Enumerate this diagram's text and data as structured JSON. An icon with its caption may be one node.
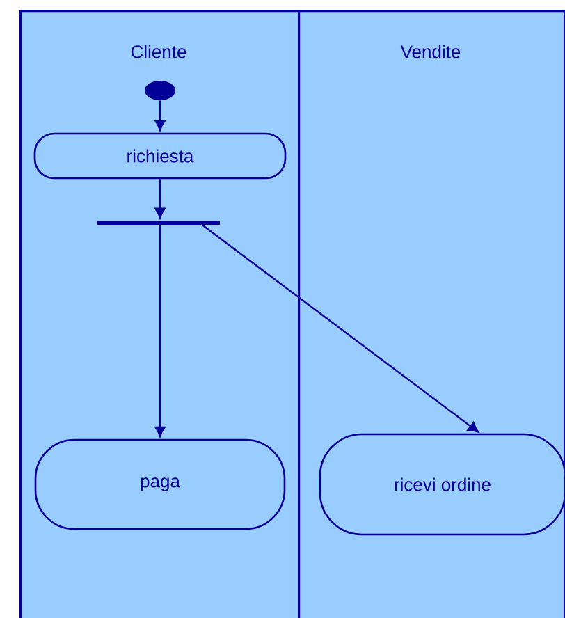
{
  "diagram": {
    "nodes": [
      {
        "text": [
          "Cliente"
        ]
      },
      {
        "text": [
          "Vendite"
        ]
      },
      {
        "text": [],
        "shape": "circle",
        "in": 0
      },
      {
        "text": [
          "richiesta"
        ],
        "in": 0
      },
      {
        "text": [],
        "shape": "bar",
        "in": 0
      },
      {
        "text": [
          "paga"
        ],
        "in": 0
      },
      {
        "text": [
          "ricevi ordine"
        ],
        "in": 1
      }
    ],
    "edges": [
      {
        "from": 2,
        "to": 3,
        "arrow": "to"
      },
      {
        "from": 3,
        "to": 4,
        "arrow": "to"
      },
      {
        "from": 4,
        "to": 5,
        "arrow": "to"
      },
      {
        "from": 4,
        "to": 6,
        "arrow": "to"
      }
    ]
  }
}
